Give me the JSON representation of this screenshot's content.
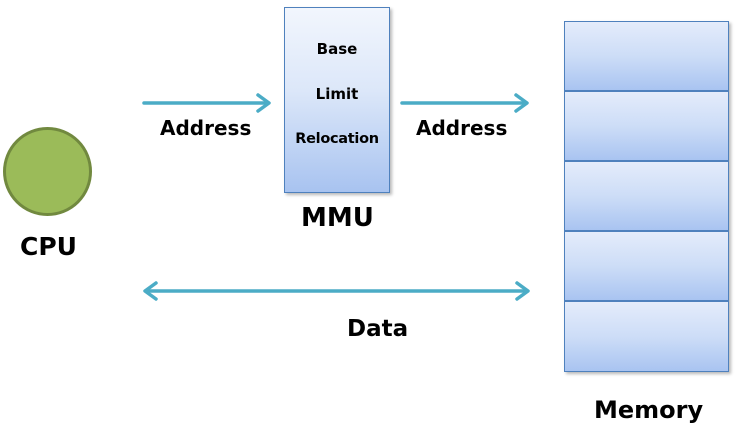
{
  "cpu": {
    "label": "CPU"
  },
  "mmu": {
    "label": "MMU",
    "registers": [
      "Base",
      "Limit",
      "Relocation"
    ]
  },
  "memory": {
    "label": "Memory",
    "cell_count": 5
  },
  "connections": {
    "cpu_to_mmu": "Address",
    "mmu_to_memory": "Address",
    "cpu_memory": "Data"
  },
  "colors": {
    "cpu_fill": "#9bbb59",
    "cpu_border": "#71893f",
    "box_border": "#4f81bd",
    "arrow": "#4bacc6"
  }
}
